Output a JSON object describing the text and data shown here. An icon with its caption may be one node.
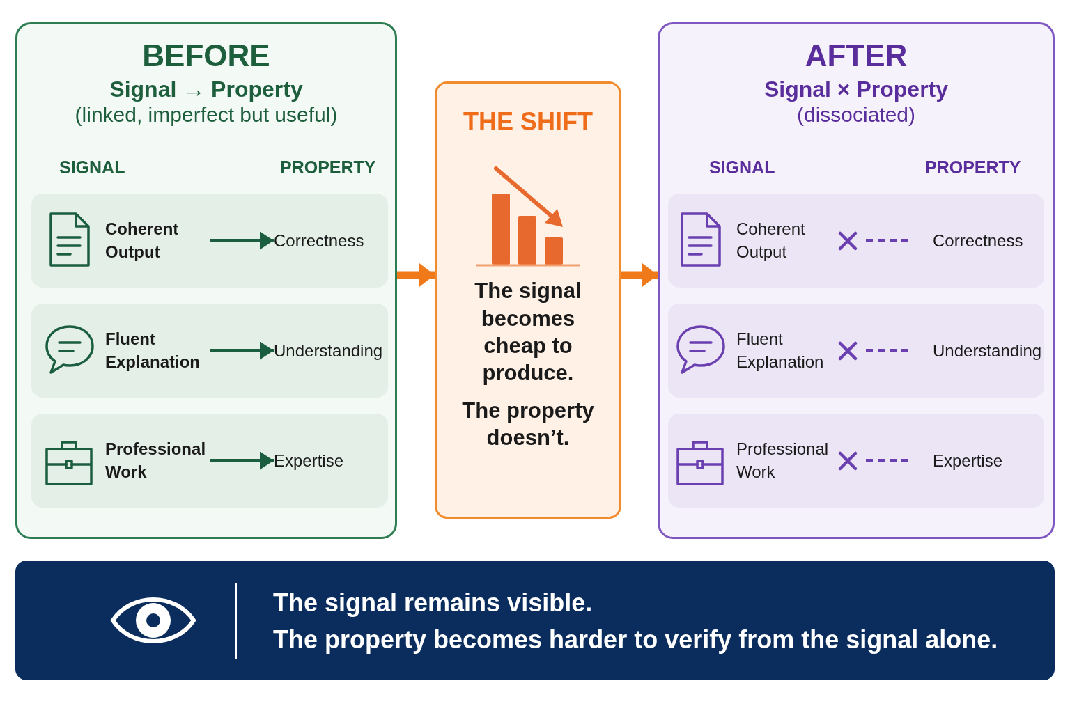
{
  "diagram": {
    "nodes": [
      {
        "text": [
          "BEFORE",
          "Signal → Property",
          "(linked, imperfect but useful)"
        ]
      },
      {
        "text": [],
        "shape": "box",
        "in": 0
      },
      {
        "text": [
          "Coherent Output"
        ],
        "in": 1
      },
      {
        "text": [
          "Correctness"
        ],
        "in": 1
      },
      {
        "text": [],
        "shape": "box",
        "in": 0
      },
      {
        "text": [
          "Fluent Explanation"
        ],
        "in": 4
      },
      {
        "text": [
          "Understanding"
        ],
        "in": 4
      },
      {
        "text": [],
        "shape": "box",
        "in": 0
      },
      {
        "text": [
          "Professional Work"
        ],
        "in": 7
      },
      {
        "text": [
          "Expertise"
        ],
        "in": 7
      },
      {
        "text": [
          "THE SHIFT",
          "The signal becomes cheap to produce.",
          "The property doesn’t."
        ]
      },
      {
        "text": [
          "AFTER",
          "Signal × Property",
          "(dissociated)"
        ]
      },
      {
        "text": [],
        "shape": "box",
        "in": 11
      },
      {
        "text": [
          "Coherent Output"
        ],
        "in": 12
      },
      {
        "text": [
          "Correctness"
        ],
        "in": 12
      },
      {
        "text": [],
        "shape": "box",
        "in": 11
      },
      {
        "text": [
          "Fluent Explanation"
        ],
        "in": 15
      },
      {
        "text": [
          "Understanding"
        ],
        "in": 15
      },
      {
        "text": [],
        "shape": "box",
        "in": 11
      },
      {
        "text": [
          "Professional Work"
        ],
        "in": 18
      },
      {
        "text": [
          "Expertise"
        ],
        "in": 18
      },
      {
        "text": [
          "The signal remains visible.",
          "The property becomes harder to verify from the signal alone."
        ]
      }
    ],
    "edges": [
      {
        "from": 2,
        "to": 3,
        "arrow": "to",
        "color": "#1b5e3f"
      },
      {
        "from": 5,
        "to": 6,
        "arrow": "to",
        "color": "#1b5e3f"
      },
      {
        "from": 8,
        "to": 9,
        "arrow": "to",
        "color": "#1b5e3f"
      },
      {
        "from": 0,
        "to": 10,
        "arrow": "to",
        "style": "thick",
        "color": "#f07a1a"
      },
      {
        "from": 10,
        "to": 11,
        "arrow": "to",
        "style": "thick",
        "color": "#f07a1a"
      },
      {
        "from": 13,
        "to": 14,
        "arrow": "none",
        "style": "dashed",
        "color": "#6a3fb0"
      },
      {
        "from": 16,
        "to": 17,
        "arrow": "none",
        "style": "dashed",
        "color": "#6a3fb0"
      },
      {
        "from": 19,
        "to": 20,
        "arrow": "none",
        "style": "dashed",
        "color": "#6a3fb0"
      }
    ],
    "labels": [
      "SIGNAL",
      "PROPERTY",
      "SIGNAL",
      "PROPERTY"
    ]
  }
}
